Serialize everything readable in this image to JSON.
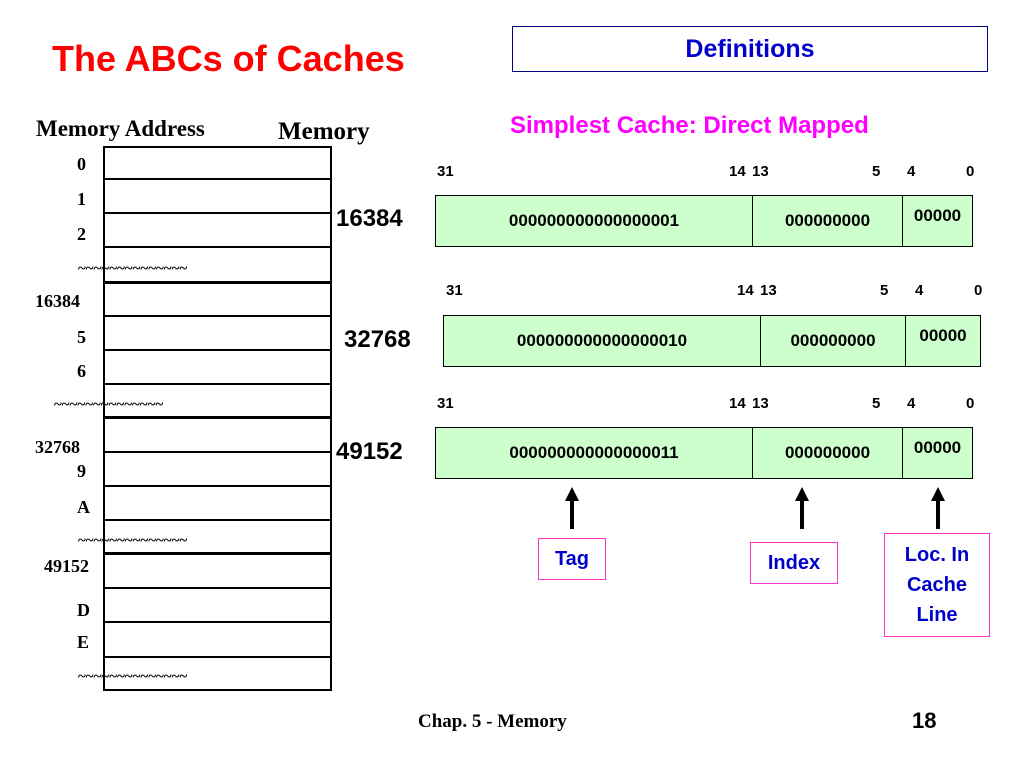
{
  "title": "The ABCs of Caches",
  "definitions": "Definitions",
  "memory_address_heading": "Memory Address",
  "memory_heading": "Memory",
  "memory_addresses": [
    "0",
    "1",
    "2",
    "~~~~~~~~~~~~~~",
    "16384",
    "5",
    "6",
    "~~~~~~~~~~~~~~",
    "32768",
    "9",
    "A",
    "~~~~~~~~~~~~~~",
    "49152",
    "D",
    "E",
    "~~~~~~~~~~~~~~"
  ],
  "subtitle": "Simplest Cache: Direct  Mapped",
  "rows": [
    {
      "address": "16384",
      "bits": [
        "31",
        "14",
        "13",
        "5",
        "4",
        "0"
      ],
      "tag": "000000000000000001",
      "index": "000000000",
      "offset": "00000"
    },
    {
      "address": "32768",
      "bits": [
        "31",
        "14",
        "13",
        "5",
        "4",
        "0"
      ],
      "tag": "000000000000000010",
      "index": "000000000",
      "offset": "00000"
    },
    {
      "address": "49152",
      "bits": [
        "31",
        "14",
        "13",
        "5",
        "4",
        "0"
      ],
      "tag": "000000000000000011",
      "index": "000000000",
      "offset": "00000"
    }
  ],
  "labels": {
    "tag": "Tag",
    "index": "Index",
    "loc_line1": "Loc. In",
    "loc_line2": "Cache",
    "loc_line3": "Line"
  },
  "footer": "Chap. 5 - Memory",
  "page_number": "18",
  "colors": {
    "title": "#ff0000",
    "definitions": "#0000cc",
    "subtitle": "#ff00ff",
    "box_fill": "#ccffcc",
    "label_border": "#ff33cc",
    "label_text": "#0000cc"
  }
}
